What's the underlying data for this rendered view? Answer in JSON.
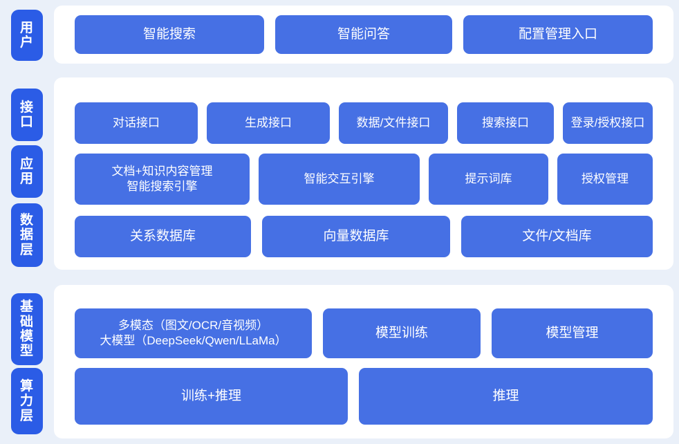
{
  "theme": {
    "page_background": "#eaf0f9",
    "panel_background": "#ffffff",
    "tab_color": "#2b5ce6",
    "box_color": "#4670e4",
    "text_color": "#ffffff"
  },
  "layers": {
    "user": {
      "label": "用户"
    },
    "interface": {
      "label": "接口"
    },
    "application": {
      "label": "应用"
    },
    "data": {
      "label": "数据层"
    },
    "model": {
      "label": "基础模型"
    },
    "compute": {
      "label": "算力层"
    }
  },
  "rows": {
    "user": [
      {
        "label": "智能搜索"
      },
      {
        "label": "智能问答"
      },
      {
        "label": "配置管理入口"
      }
    ],
    "interface": [
      {
        "label": "对话接口"
      },
      {
        "label": "生成接口"
      },
      {
        "label": "数据/文件接口"
      },
      {
        "label": "搜索接口"
      },
      {
        "label": "登录/授权接口"
      }
    ],
    "application": [
      {
        "label": "文档+知识内容管理\n智能搜索引擎"
      },
      {
        "label": "智能交互引擎"
      },
      {
        "label": "提示词库"
      },
      {
        "label": "授权管理"
      }
    ],
    "data": [
      {
        "label": "关系数据库"
      },
      {
        "label": "向量数据库"
      },
      {
        "label": "文件/文档库"
      }
    ],
    "model": [
      {
        "label": "多模态（图文/OCR/音视频）\n大模型（DeepSeek/Qwen/LLaMa）"
      },
      {
        "label": "模型训练"
      },
      {
        "label": "模型管理"
      }
    ],
    "compute": [
      {
        "label": "训练+推理"
      },
      {
        "label": "推理"
      }
    ]
  }
}
